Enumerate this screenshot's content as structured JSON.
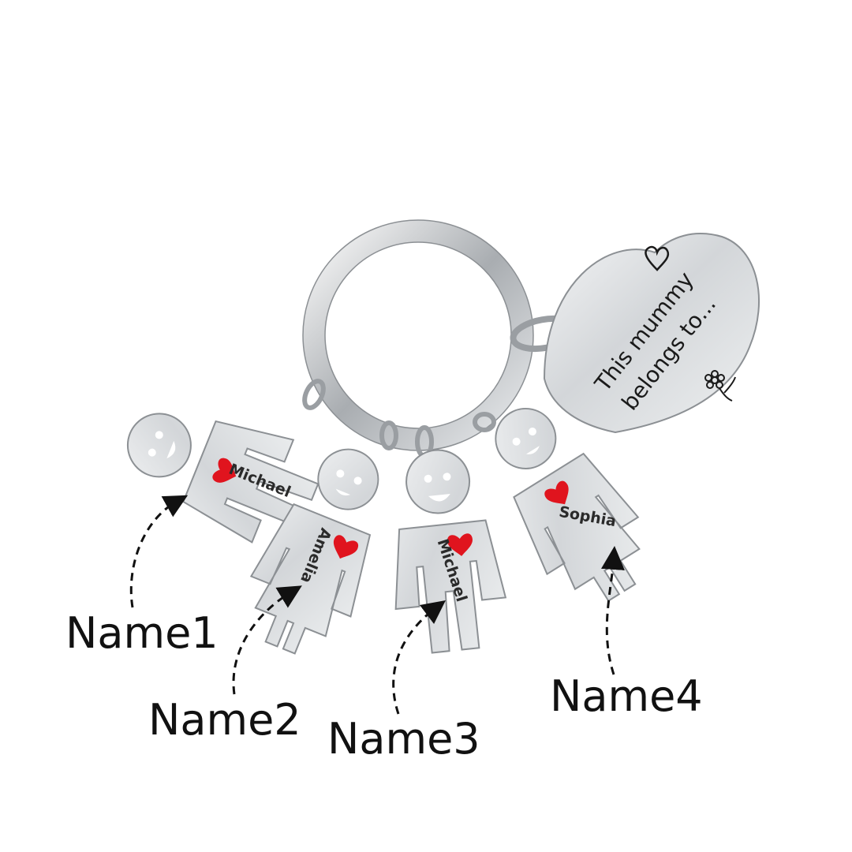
{
  "charm_names": [
    "Michael",
    "Amelia",
    "Michael",
    "Sophia"
  ],
  "heart_tag": {
    "line1": "This mummy",
    "line2": "belongs to..."
  },
  "callouts": [
    "Name1",
    "Name2",
    "Name3",
    "Name4"
  ],
  "colors": {
    "background": "#ffffff",
    "steel": "#d9dcdf",
    "steel_edge": "#8c9094",
    "heart_accent": "#e0141e"
  },
  "icons": [
    "heart-outline-icon",
    "flower-icon",
    "dashed-arrow-icon"
  ]
}
